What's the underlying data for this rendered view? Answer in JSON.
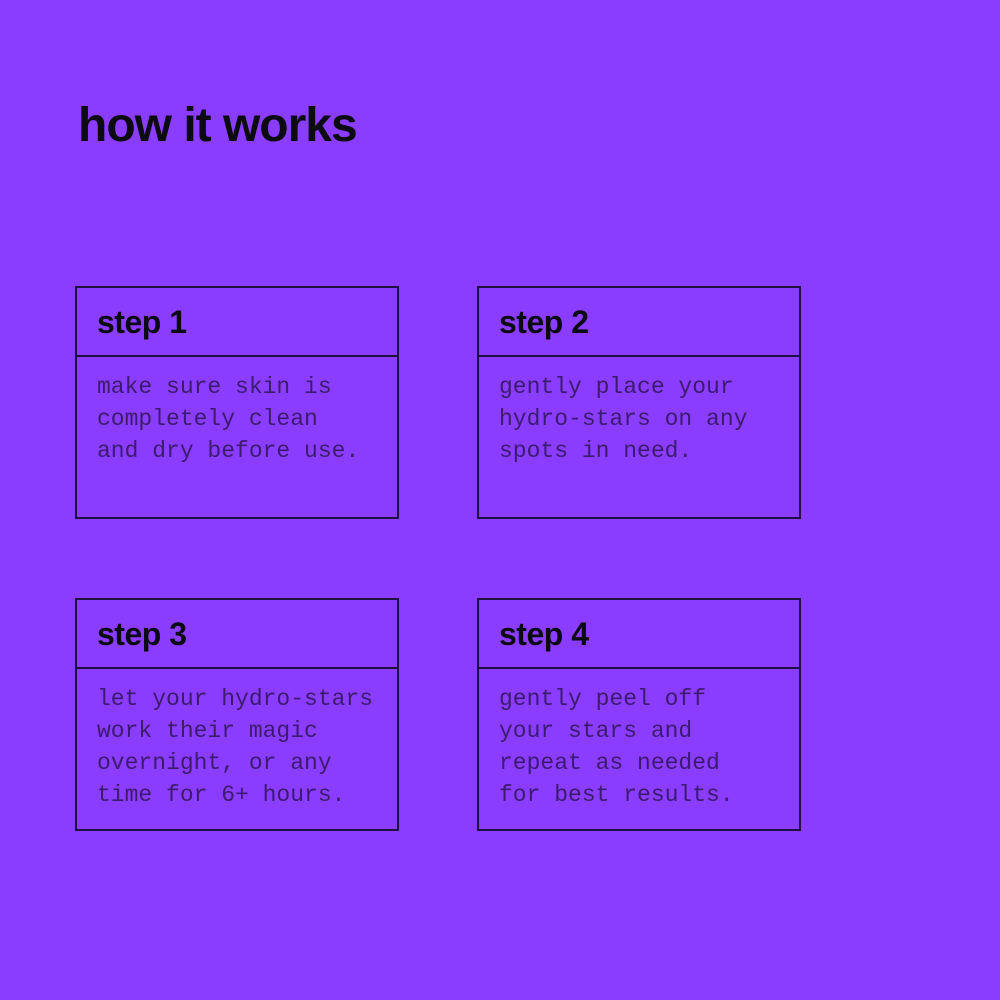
{
  "page": {
    "title": "how it works",
    "background_color": "#8B3DFF",
    "border_color": "#1E1040",
    "heading_color": "#0D0B12",
    "body_text_color": "#3D1A70"
  },
  "steps": [
    {
      "label": "step 1",
      "description": "make sure skin is\ncompletely clean\nand dry before use."
    },
    {
      "label": "step 2",
      "description": "gently place your\nhydro-stars on any\nspots in need."
    },
    {
      "label": "step 3",
      "description": "let your hydro-stars\nwork their magic\novernight, or any\ntime for 6+ hours."
    },
    {
      "label": "step 4",
      "description": "gently peel off\nyour stars and\nrepeat as needed\nfor best results."
    }
  ]
}
